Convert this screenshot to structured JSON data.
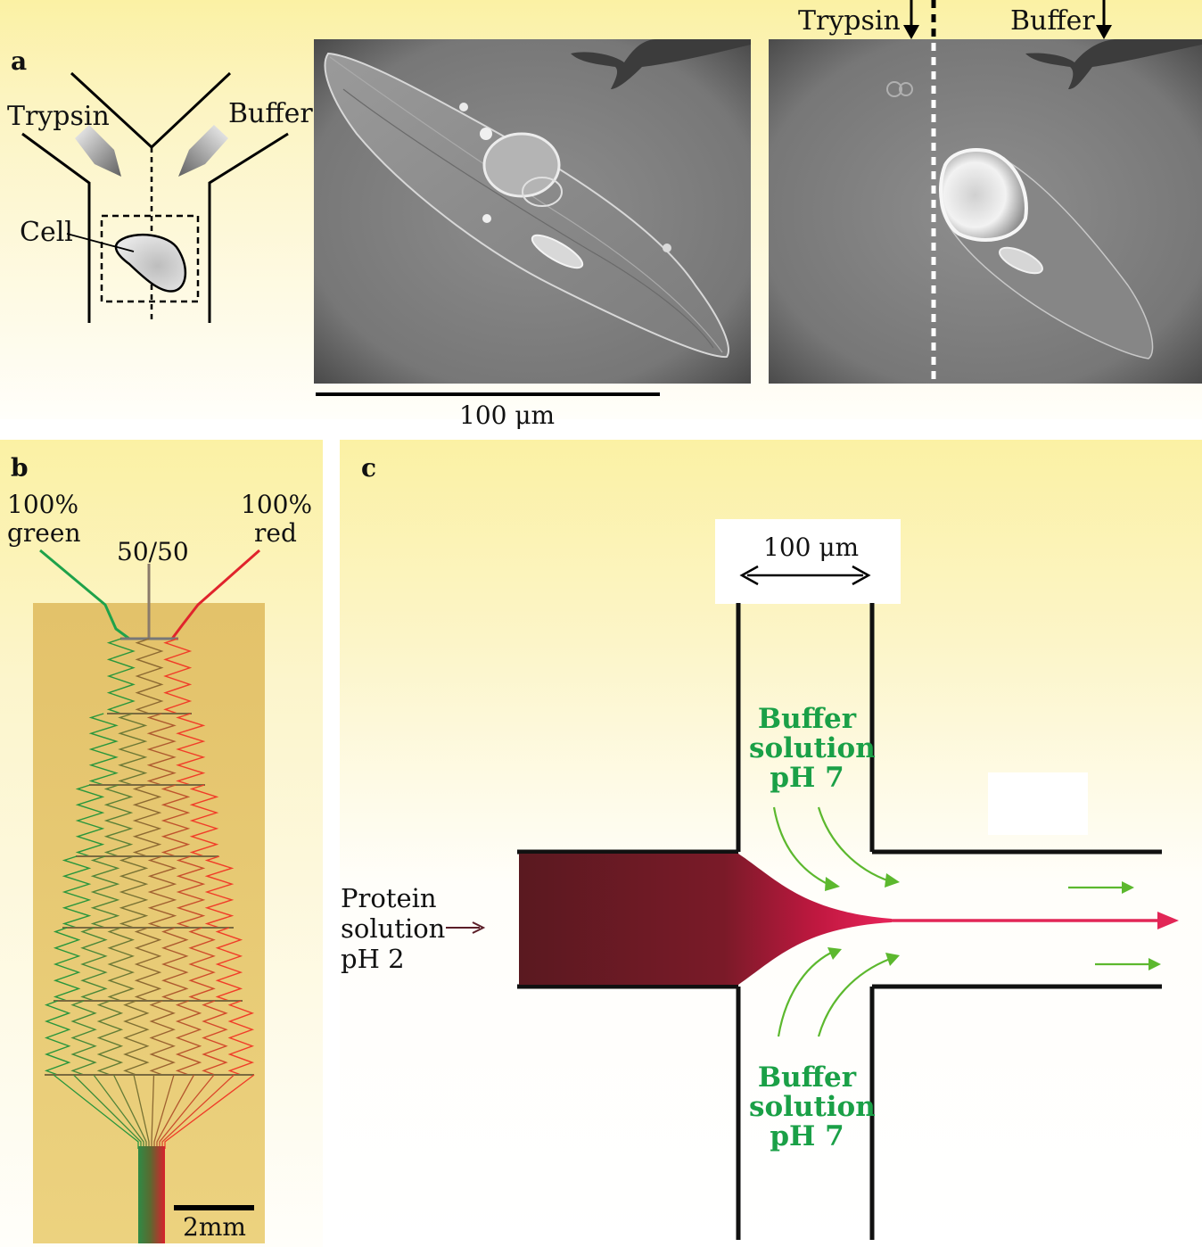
{
  "panel_a": {
    "letter": "a",
    "left_label": "Trypsin",
    "right_label": "Buffer",
    "cell_label": "Cell",
    "top_trypsin": "Trypsin",
    "top_buffer": "Buffer",
    "scale_bar": "100 μm"
  },
  "panel_b": {
    "letter": "b",
    "inlet_green_line1": "100%",
    "inlet_green_line2": "green",
    "inlet_mix": "50/50",
    "inlet_red_line1": "100%",
    "inlet_red_line2": "red",
    "scale_bar": "2mm"
  },
  "panel_c": {
    "letter": "c",
    "channel_width": "100 μm",
    "buffer_top": [
      "Buffer",
      "solution",
      "pH 7"
    ],
    "buffer_bottom": [
      "Buffer",
      "solution",
      "pH 7"
    ],
    "protein": [
      "Protein",
      "solution",
      "pH 2"
    ]
  },
  "colors": {
    "green": "#1aa047",
    "red": "#e02040",
    "protein": "#6b1a24",
    "arrow_green": "#5cb82e"
  }
}
